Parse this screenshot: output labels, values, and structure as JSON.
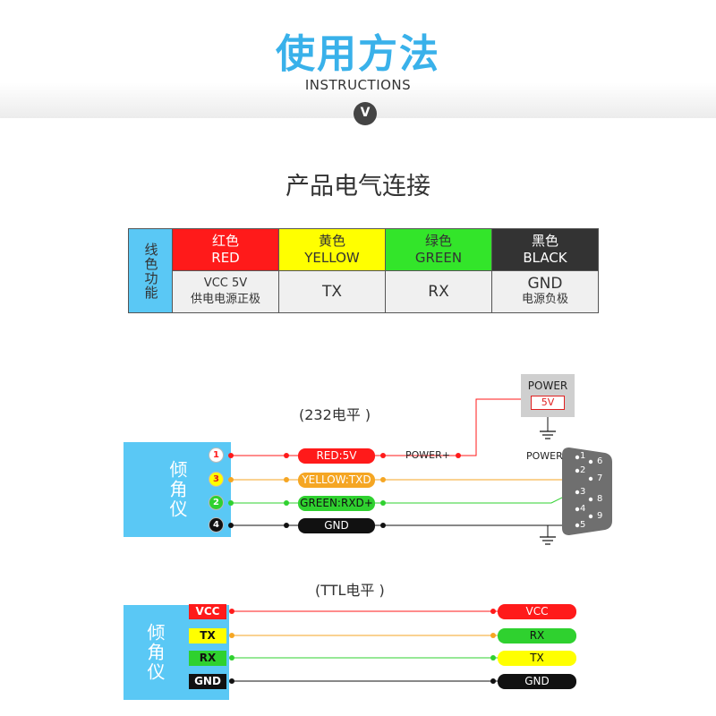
{
  "header": {
    "title_cn": "使用方法",
    "title_en": "INSTRUCTIONS",
    "badge": "V"
  },
  "section_title": "产品电气连接",
  "table": {
    "row_head": "线色功能",
    "columns": [
      {
        "color_cn": "红色",
        "color_en": "RED",
        "bg": "#ff1a1a",
        "fg": "#ffffff",
        "func_top": "VCC 5V",
        "func_bottom": "供电电源正极"
      },
      {
        "color_cn": "黄色",
        "color_en": "YELLOW",
        "bg": "#ffff00",
        "fg": "#333333",
        "func_top": "TX",
        "func_bottom": ""
      },
      {
        "color_cn": "绿色",
        "color_en": "GREEN",
        "bg": "#33e52a",
        "fg": "#333333",
        "func_top": "RX",
        "func_bottom": ""
      },
      {
        "color_cn": "黑色",
        "color_en": "BLACK",
        "bg": "#333333",
        "fg": "#ffffff",
        "func_top": "GND",
        "func_bottom": "电源负极"
      }
    ]
  },
  "rs232": {
    "caption": "(232电平 )",
    "device": "倾角仪",
    "pins": [
      "1",
      "3",
      "2",
      "4"
    ],
    "wires": [
      "RED:5V",
      "YELLOW:TXD",
      "GREEN:RXD+",
      "GND"
    ],
    "power_plus": "POWER+",
    "power_box_title": "POWER",
    "power_box_value": "5V",
    "db9_power_label": "POWER",
    "db9_pins": [
      "1",
      "2",
      "3",
      "4",
      "5",
      "6",
      "7",
      "8",
      "9"
    ]
  },
  "ttl": {
    "caption": "(TTL电平 )",
    "device": "倾角仪",
    "left_labels": [
      "VCC",
      "TX",
      "RX",
      "GND"
    ],
    "right_labels": [
      "VCC",
      "RX",
      "TX",
      "GND"
    ]
  },
  "colors": {
    "red": "#ff1a1a",
    "yellow": "#ffff00",
    "orange": "#f5a623",
    "green": "#2fd12f",
    "black": "#111111",
    "accent_blue": "#5ac8f5",
    "title_blue": "#39b1ea"
  }
}
